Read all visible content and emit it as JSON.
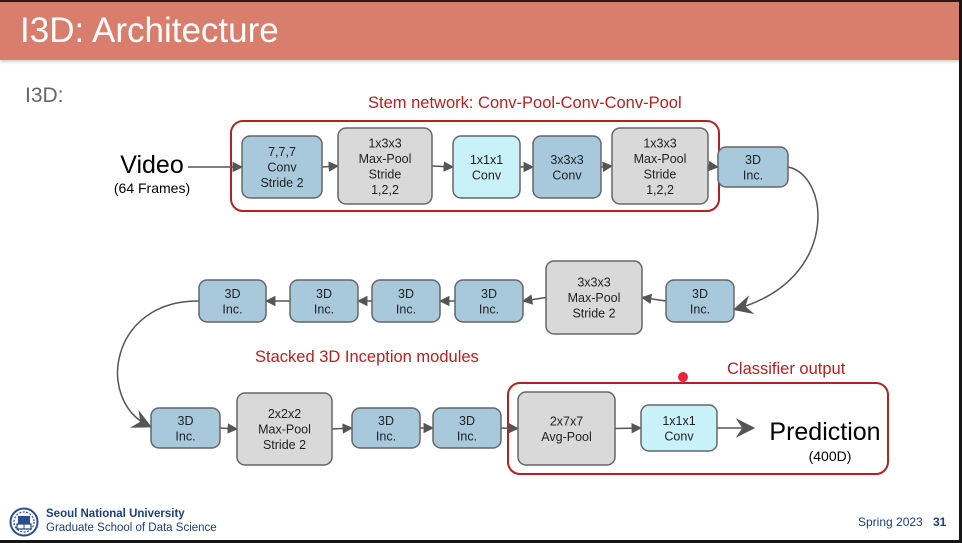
{
  "slide": {
    "title": "I3D: Architecture",
    "subheading": "I3D:",
    "footer": {
      "university": "Seoul National University",
      "school": "Graduate School of Data Science",
      "term": "Spring 2023",
      "page_number": "31"
    }
  },
  "colors": {
    "title_bar": "#d97d6c",
    "group_border": "#b22222",
    "inception_fill": "#a8c8dc",
    "pool_fill": "#d9d9d9",
    "conv1x1_fill": "#c9f1f9",
    "conv_fill": "#a8c8dc",
    "edge": "#555555",
    "footer_text": "#1d3f7a"
  },
  "diagram": {
    "input": {
      "label": "Video",
      "sublabel": "(64 Frames)"
    },
    "output": {
      "label": "Prediction",
      "sublabel": "(400D)"
    },
    "groups": [
      {
        "id": "stem",
        "label": "Stem network: Conv-Pool-Conv-Conv-Pool"
      },
      {
        "id": "stack",
        "label": "Stacked 3D Inception modules"
      },
      {
        "id": "classifier",
        "label": "Classifier output"
      }
    ],
    "nodes": [
      {
        "id": "n1",
        "type": "conv",
        "lines": [
          "7,7,7",
          "Conv",
          "Stride 2"
        ]
      },
      {
        "id": "n2",
        "type": "pool",
        "lines": [
          "1x3x3",
          "Max-Pool",
          "Stride",
          "1,2,2"
        ]
      },
      {
        "id": "n3",
        "type": "conv1x1",
        "lines": [
          "1x1x1",
          "Conv"
        ]
      },
      {
        "id": "n4",
        "type": "conv",
        "lines": [
          "3x3x3",
          "Conv"
        ]
      },
      {
        "id": "n5",
        "type": "pool",
        "lines": [
          "1x3x3",
          "Max-Pool",
          "Stride",
          "1,2,2"
        ]
      },
      {
        "id": "n6",
        "type": "inception",
        "lines": [
          "3D",
          "Inc."
        ]
      },
      {
        "id": "n7",
        "type": "inception",
        "lines": [
          "3D",
          "Inc."
        ]
      },
      {
        "id": "n8",
        "type": "pool",
        "lines": [
          "3x3x3",
          "Max-Pool",
          "Stride 2"
        ]
      },
      {
        "id": "n9",
        "type": "inception",
        "lines": [
          "3D",
          "Inc."
        ]
      },
      {
        "id": "n10",
        "type": "inception",
        "lines": [
          "3D",
          "Inc."
        ]
      },
      {
        "id": "n11",
        "type": "inception",
        "lines": [
          "3D",
          "Inc."
        ]
      },
      {
        "id": "n12",
        "type": "inception",
        "lines": [
          "3D",
          "Inc."
        ]
      },
      {
        "id": "n13",
        "type": "inception",
        "lines": [
          "3D",
          "Inc."
        ]
      },
      {
        "id": "n14",
        "type": "pool",
        "lines": [
          "2x2x2",
          "Max-Pool",
          "Stride 2"
        ]
      },
      {
        "id": "n15",
        "type": "inception",
        "lines": [
          "3D",
          "Inc."
        ]
      },
      {
        "id": "n16",
        "type": "inception",
        "lines": [
          "3D",
          "Inc."
        ]
      },
      {
        "id": "n17",
        "type": "pool",
        "lines": [
          "2x7x7",
          "Avg-Pool"
        ]
      },
      {
        "id": "n18",
        "type": "conv1x1",
        "lines": [
          "1x1x1",
          "Conv"
        ]
      }
    ],
    "edges": [
      [
        "input",
        "n1"
      ],
      [
        "n1",
        "n2"
      ],
      [
        "n2",
        "n3"
      ],
      [
        "n3",
        "n4"
      ],
      [
        "n4",
        "n5"
      ],
      [
        "n5",
        "n6"
      ],
      [
        "n6",
        "n7"
      ],
      [
        "n7",
        "n8"
      ],
      [
        "n8",
        "n9"
      ],
      [
        "n9",
        "n10"
      ],
      [
        "n10",
        "n11"
      ],
      [
        "n11",
        "n12"
      ],
      [
        "n12",
        "n13"
      ],
      [
        "n13",
        "n14"
      ],
      [
        "n14",
        "n15"
      ],
      [
        "n15",
        "n16"
      ],
      [
        "n16",
        "n17"
      ],
      [
        "n17",
        "n18"
      ],
      [
        "n18",
        "output"
      ]
    ]
  }
}
